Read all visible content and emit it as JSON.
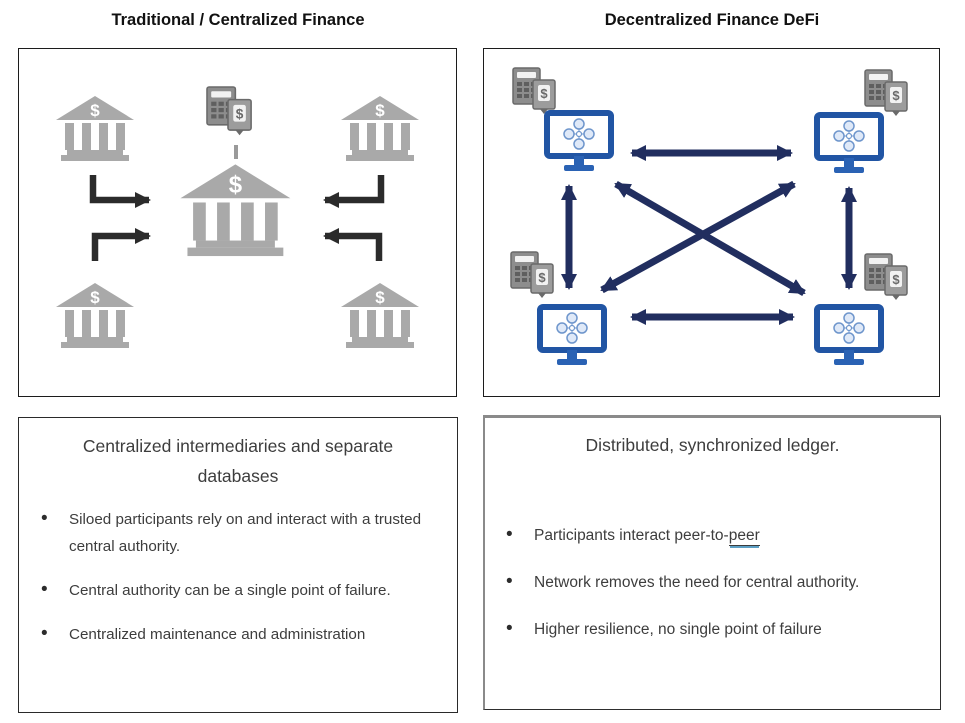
{
  "columns": {
    "left": {
      "title": "Traditional / Centralized Finance",
      "card": {
        "heading": "Centralized intermediaries and separate databases",
        "bullets": [
          "Siloed participants rely on and interact with a trusted central authority.",
          "Central authority can be a single point of failure.",
          "Centralized maintenance and administration"
        ]
      }
    },
    "right": {
      "title": "Decentralized Finance DeFi",
      "card": {
        "heading": "Distributed, synchronized ledger.",
        "bullets": [
          {
            "text": "Participants interact peer-to-",
            "underlined": "peer"
          },
          {
            "text": "Network removes the need for central authority.",
            "underlined": ""
          },
          {
            "text": "Higher resilience, no single point of failure",
            "underlined": ""
          }
        ]
      }
    }
  },
  "diagram": {
    "bank_dollar_symbol": "$",
    "device_dollar_symbol": "$",
    "colors": {
      "bank_gray": "#a9a9a9",
      "left_arrow_dark": "#2b2b2b",
      "network_arrow_navy": "#212e5f",
      "monitor_blue": "#2155a4",
      "monitor_stand_blue": "#2a62b4",
      "device_gray": "#8f8f8f",
      "dash_gray": "#9a9a9a"
    }
  }
}
